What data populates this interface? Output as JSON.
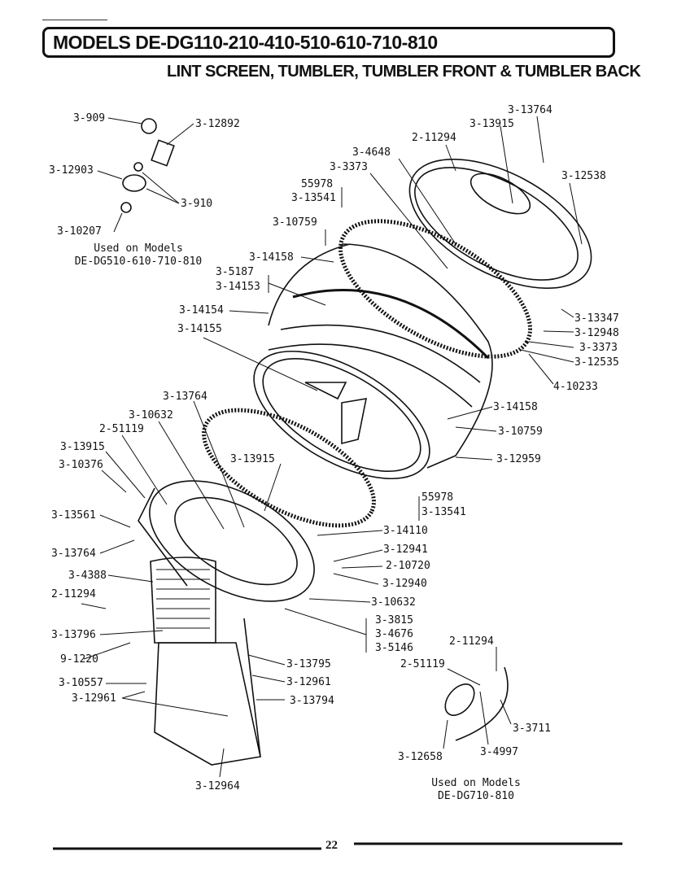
{
  "header": {
    "title": "MODELS DE-DG110-210-410-510-610-710-810",
    "subtitle": "LINT SCREEN, TUMBLER, TUMBLER FRONT & TUMBLER BACK"
  },
  "notes": {
    "upper_left": [
      "Used on Models",
      "DE-DG510-610-710-810"
    ],
    "lower_right": [
      "Used on Models",
      "DE-DG710-810"
    ]
  },
  "page_number": "22",
  "labels": [
    "3-909",
    "3-12892",
    "3-12903",
    "3-910",
    "3-10207",
    "3-13764",
    "3-13915",
    "2-11294",
    "3-4648",
    "3-3373",
    "3-12538",
    "55978",
    "3-13541",
    "3-10759",
    "3-14158",
    "3-5187",
    "3-14153",
    "3-14154",
    "3-14155",
    "3-13347",
    "3-12948",
    "3-3373",
    "3-12535",
    "4-10233",
    "3-13764",
    "3-10632",
    "2-51119",
    "3-13915",
    "3-10376",
    "3-13915",
    "3-14158",
    "3-10759",
    "3-12959",
    "3-13561",
    "55978",
    "3-13541",
    "3-14110",
    "3-12941",
    "2-10720",
    "3-13764",
    "3-12940",
    "3-4388",
    "2-11294",
    "3-10632",
    "3-3815",
    "3-4676",
    "3-5146",
    "3-13796",
    "9-1220",
    "2-11294",
    "3-13795",
    "2-51119",
    "3-10557",
    "3-12961",
    "3-12961",
    "3-13794",
    "3-3711",
    "3-12658",
    "3-4997",
    "3-12964"
  ]
}
